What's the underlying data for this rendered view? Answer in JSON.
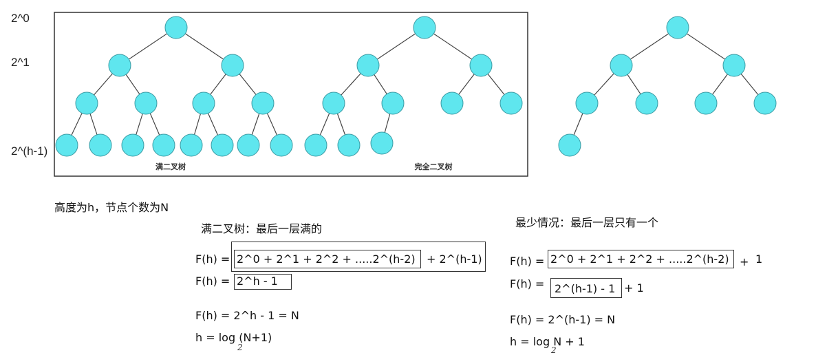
{
  "level_labels": {
    "l0": "2^0",
    "l1": "2^1",
    "lh": "2^(h-1)"
  },
  "captions": {
    "full_tree": "满二叉树",
    "complete_tree": "完全二叉树"
  },
  "intro": "高度为h，节点个数为N",
  "left": {
    "heading": "满二叉树：最后一层满的",
    "f_label1": "F(h) =",
    "series": "2^0 + 2^1 + 2^2 + .....2^(h-2)",
    "plus_last": "+ 2^(h-1)",
    "f_label2": "F(h) =",
    "closed": "2^h - 1",
    "eq3": "F(h) = 2^h - 1 = N",
    "eq4": "h = log (N+1)",
    "eq4_sub": "2"
  },
  "right": {
    "heading": "最少情况：最后一层只有一个",
    "f_label1": "F(h) =",
    "series": "2^0 + 2^1 + 2^2 + .....2^(h-2)",
    "plus_one": "+",
    "one": "1",
    "f_label2": "F(h) =",
    "closed": "2^(h-1) - 1",
    "plus_one2": "+ 1",
    "eq3": "F(h) = 2^(h-1) = N",
    "eq4": "h = log N  + 1",
    "eq4_sub": "2"
  },
  "colors": {
    "node_fill": "#5fe6ee",
    "node_stroke": "#3a9aa3",
    "edge": "#444444"
  }
}
